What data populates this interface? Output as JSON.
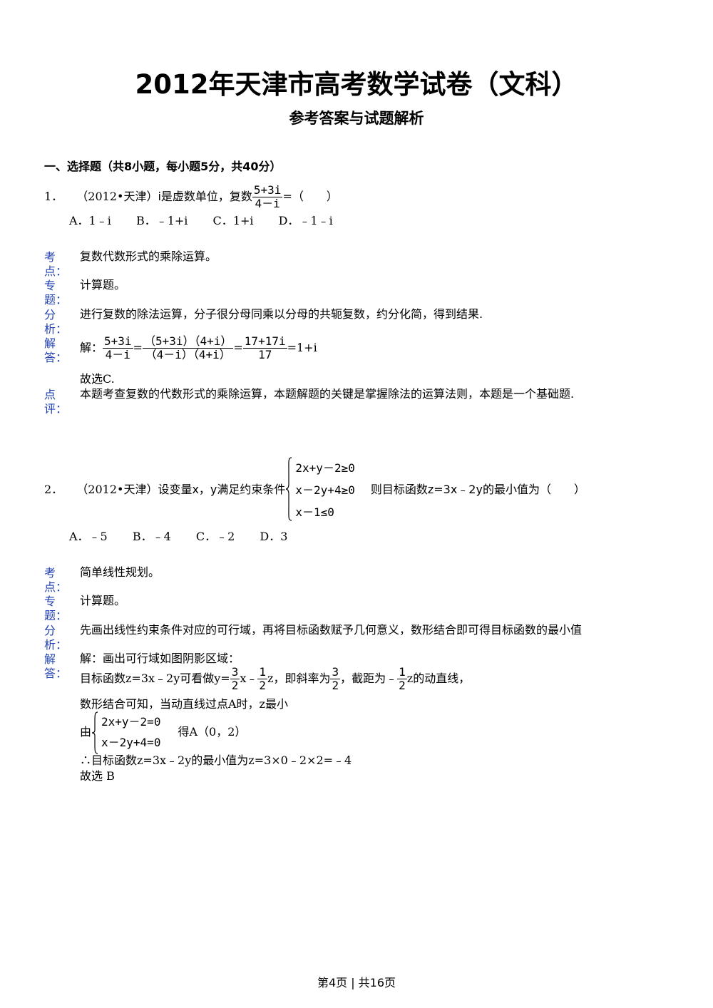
{
  "title": "2012年天津市高考数学试卷（文科）",
  "subtitle": "参考答案与试题解析",
  "section_heading": "一、选择题（共8小题，每小题5分，共40分）",
  "q1": {
    "number": "1．",
    "source": "（2012•天津）",
    "stem_before": "i是虚数单位，复数",
    "frac_num": "5+3i",
    "frac_den": "4－i",
    "stem_after": "=（　　）",
    "options": [
      "A．1﹣i",
      "B．﹣1+i",
      "C．1+i",
      "D．﹣1﹣i"
    ],
    "kaodian": "复数代数形式的乘除运算。",
    "zhuanti": "计算题。",
    "fenxi": "进行复数的除法运算，分子很分母同乘以分母的共轭复数，约分化简，得到结果.",
    "jieda_prefix": "解：",
    "f1_num": "5+3i",
    "f1_den": "4－i",
    "eq1": "=",
    "f2_num": "（5+3i）（4+i）",
    "f2_den": "（4－i）（4+i）",
    "eq2": "=",
    "f3_num": "17+17i",
    "f3_den": "17",
    "jieda_result": "=1+i",
    "guxuan": "故选C.",
    "dianping": "本题考查复数的代数形式的乘除运算，本题解题的关键是掌握除法的运算法则，本题是一个基础题."
  },
  "q2": {
    "number": "2．",
    "source": "（2012•天津）",
    "stem_before": "设变量x，y满足约束条件",
    "constraints": [
      "2x+y－2≥0",
      "x－2y+4≥0",
      "x－1≤0"
    ],
    "stem_after": "则目标函数z=3x﹣2y的最小值为（　　）",
    "options": [
      "A．﹣5",
      "B．﹣4",
      "C．﹣2",
      "D．3"
    ],
    "kaodian": "简单线性规划。",
    "zhuanti": "计算题。",
    "fenxi": "先画出线性约束条件对应的可行域，再将目标函数赋予几何意义，数形结合即可得目标函数的最小值",
    "line1": "解：画出可行域如图阴影区域：",
    "line2_a": "目标函数z=3x﹣2y可看做y=",
    "line2_f1_num": "3",
    "line2_f1_den": "2",
    "line2_b": "x﹣",
    "line2_f2_num": "1",
    "line2_f2_den": "2",
    "line2_c": "z，即斜率为",
    "line2_f3_num": "3",
    "line2_f3_den": "2",
    "line2_d": "，截距为﹣",
    "line2_f4_num": "1",
    "line2_f4_den": "2",
    "line2_e": "z的动直线，",
    "line3": "数形结合可知，当动直线过点A时，z最小",
    "line4_prefix": "由",
    "system": [
      "2x+y－2=0",
      "x－2y+4=0"
    ],
    "line4_suffix": "得A（0，2）",
    "line5": "∴目标函数z=3x﹣2y的最小值为z=3×0﹣2×2=﹣4",
    "line6": "故选 B"
  },
  "labels": {
    "kaodian": [
      "考",
      "点："
    ],
    "zhuanti": [
      "专",
      "题："
    ],
    "fenxi": [
      "分",
      "析："
    ],
    "jieda": [
      "解",
      "答："
    ],
    "dianping": [
      "点",
      "评："
    ]
  },
  "footer": "第4页 | 共16页"
}
